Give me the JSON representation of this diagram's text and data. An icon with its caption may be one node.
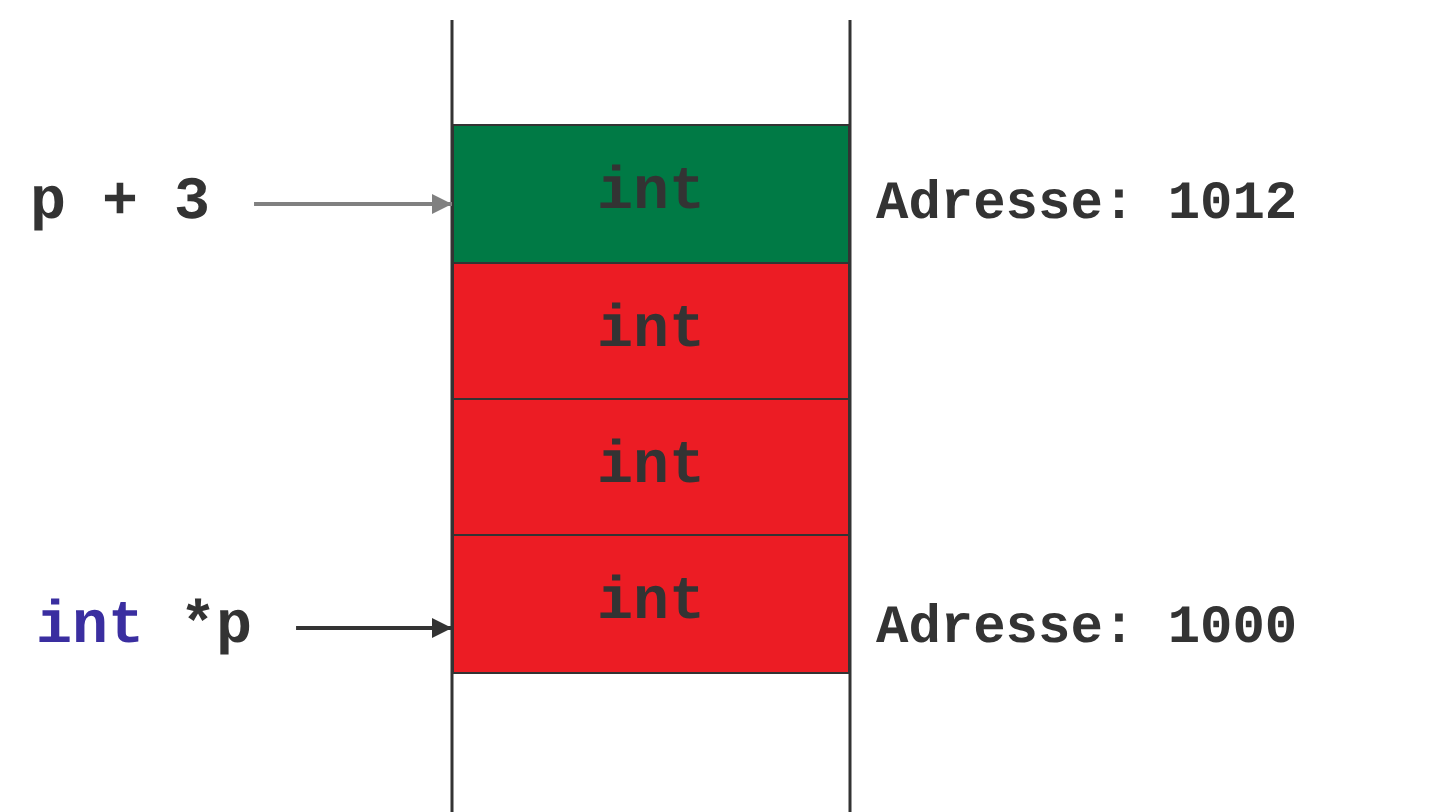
{
  "diagram": {
    "nodes": [
      {
        "text": [
          "p + 3"
        ]
      },
      {
        "text": [
          "int"
        ]
      },
      {
        "text": [
          "int"
        ]
      },
      {
        "text": [
          "int"
        ]
      },
      {
        "text": [
          "int *p"
        ]
      },
      {
        "text": [
          "int"
        ]
      }
    ],
    "edges": [
      {
        "from": 0,
        "to": 1,
        "arrow": "to",
        "color": "#808080"
      },
      {
        "from": 4,
        "to": 5,
        "arrow": "to"
      }
    ],
    "labels": [
      "Adresse: 1012",
      "Adresse: 1000"
    ]
  }
}
